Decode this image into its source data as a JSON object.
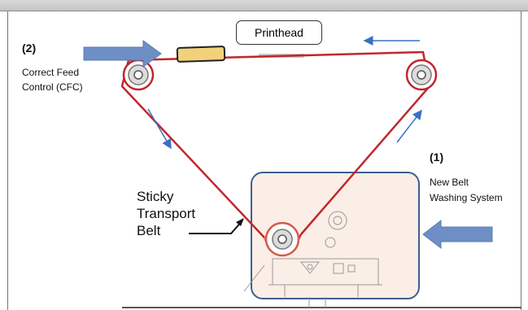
{
  "diagram": {
    "printhead_label": "Printhead",
    "cfc": {
      "number": "(2)",
      "line1": "Correct Feed",
      "line2": "Control (CFC)"
    },
    "washing": {
      "number": "(1)",
      "line1": "New Belt",
      "line2": "Washing System"
    },
    "belt": {
      "line1": "Sticky",
      "line2": "Transport",
      "line3": "Belt"
    },
    "colors": {
      "belt": "#c0272d",
      "callout_arrow": "#6e8fc5",
      "direction_arrow": "#3a6fc4",
      "washing_box_border": "#3e5f8f",
      "washing_box_fill": "#fbeee6",
      "feed_control": "#f1d27a"
    },
    "icons": [
      "roller-icon",
      "callout-arrow-icon",
      "direction-arrow-icon"
    ]
  }
}
